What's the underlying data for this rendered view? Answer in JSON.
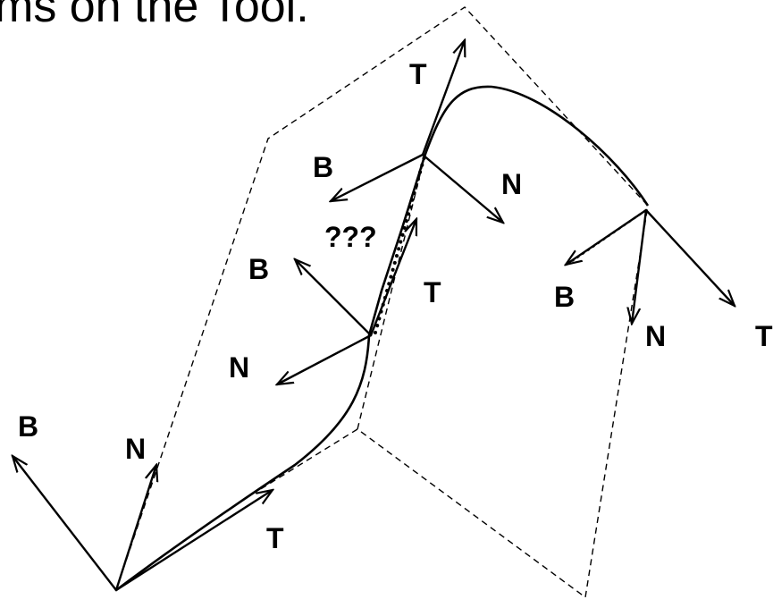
{
  "title": {
    "text": "ms on the  Tool."
  },
  "labels": {
    "frame1_B": "B",
    "frame1_N": "N",
    "frame1_T": "T",
    "frame2_B": "B",
    "frame2_N": "N",
    "frame2_T": "T",
    "frame3_B": "B",
    "frame3_N": "N",
    "frame3_T": "T",
    "frame4_B": "B",
    "frame4_N": "N",
    "frame4_T": "T",
    "unknown": "???"
  },
  "colors": {
    "stroke": "#000000",
    "background": "#ffffff"
  }
}
